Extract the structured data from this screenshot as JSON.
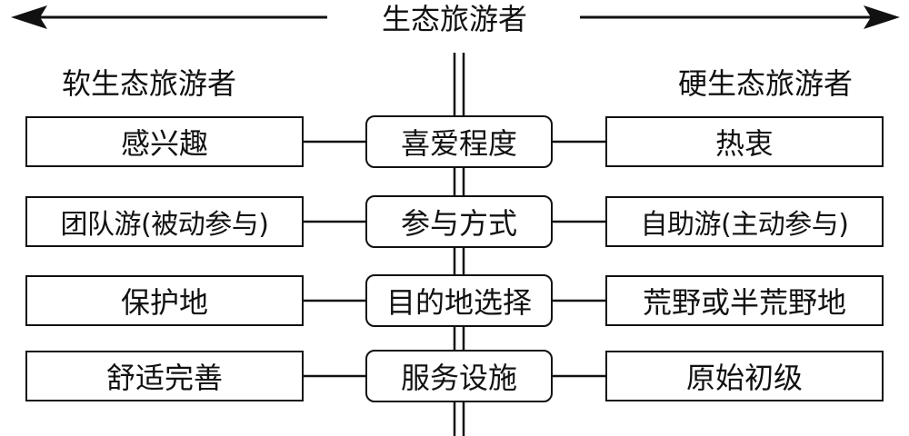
{
  "title": "生态旅游者",
  "left_heading": "软生态旅游者",
  "right_heading": "硬生态旅游者",
  "rows": [
    {
      "left": "感兴趣",
      "center": "喜爱程度",
      "right": "热衷"
    },
    {
      "left": "团队游(被动参与)",
      "center": "参与方式",
      "right": "自助游(主动参与)"
    },
    {
      "left": "保护地",
      "center": "目的地选择",
      "right": "荒野或半荒野地"
    },
    {
      "left": "舒适完善",
      "center": "服务设施",
      "right": "原始初级"
    }
  ]
}
